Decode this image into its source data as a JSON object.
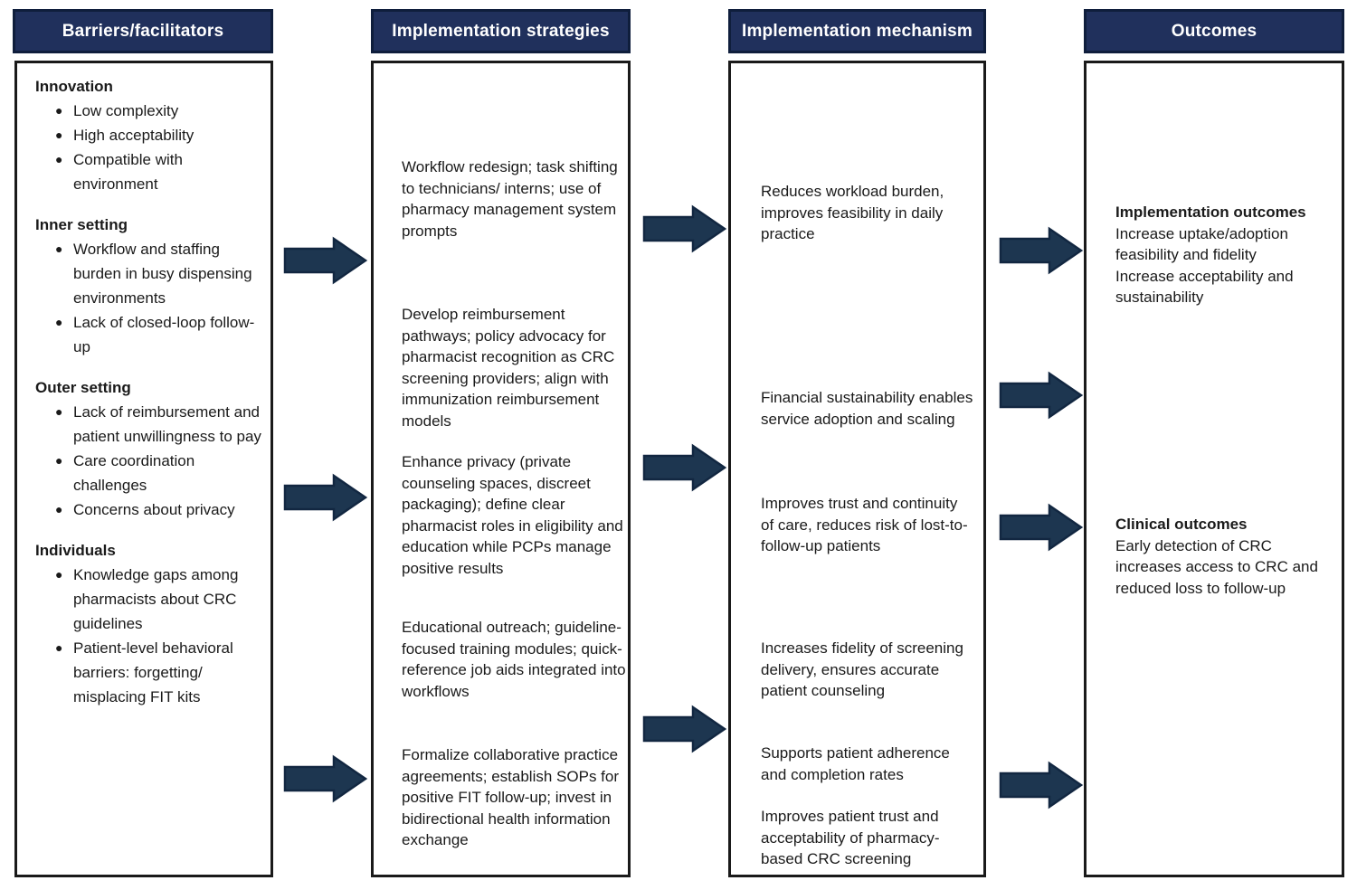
{
  "colors": {
    "header_bg": "#20305c",
    "header_border": "#0f1e3c",
    "header_text": "#ffffff",
    "box_border": "#1a1a1a",
    "arrow_fill": "#1d3650",
    "arrow_stroke": "#122741",
    "body_text": "#1a1a1a",
    "background": "#ffffff"
  },
  "bullet_glyph": "●",
  "columns": {
    "barriers": {
      "header": "Barriers/facilitators",
      "sections": [
        {
          "heading": "Innovation",
          "bullets": [
            "Low complexity",
            "High acceptability",
            "Compatible with environment"
          ]
        },
        {
          "heading": "Inner setting",
          "bullets": [
            "Workflow and staffing burden in busy dispensing environments",
            "Lack of closed-loop follow-up"
          ]
        },
        {
          "heading": "Outer setting",
          "bullets": [
            "Lack of reimbursement and patient unwillingness to pay",
            "Care coordination challenges",
            "Concerns about privacy"
          ]
        },
        {
          "heading": "Individuals",
          "bullets": [
            "Knowledge gaps among pharmacists about CRC guidelines",
            "Patient-level behavioral barriers: forgetting/ misplacing FIT kits"
          ]
        }
      ]
    },
    "strategies": {
      "header": "Implementation strategies",
      "paragraphs": [
        "Workflow redesign; task shifting to technicians/ interns; use of pharmacy management system prompts",
        "Develop reimbursement pathways; policy advocacy for pharmacist recognition as CRC screening providers; align with immunization reimbursement models",
        "Enhance privacy (private counseling spaces, discreet packaging); define clear pharmacist roles in eligibility and education while PCPs manage positive results",
        "Educational outreach; guideline-focused training modules; quick-reference job aids integrated into workflows",
        "Formalize collaborative practice agreements; establish SOPs for positive FIT follow-up; invest in bidirectional health information exchange"
      ]
    },
    "mechanisms": {
      "header": "Implementation mechanism",
      "paragraphs": [
        "Reduces workload burden, improves feasibility in daily practice",
        "Financial sustainability enables service adoption and scaling",
        "Improves trust and continuity of care, reduces risk of lost-to-follow-up patients",
        "Increases fidelity of screening delivery, ensures accurate patient counseling",
        "Supports patient adherence and completion rates",
        "Improves patient trust and acceptability of pharmacy-based CRC screening"
      ]
    },
    "outcomes": {
      "header": "Outcomes",
      "blocks": [
        {
          "heading": "Implementation outcomes",
          "lines": [
            "Increase uptake/adoption",
            "feasibility and fidelity",
            "Increase acceptability and",
            "sustainability"
          ]
        },
        {
          "heading": "Clinical outcomes",
          "lines": [
            "Early detection of CRC",
            "increases access to CRC and",
            "reduced loss to follow-up"
          ]
        }
      ]
    }
  }
}
